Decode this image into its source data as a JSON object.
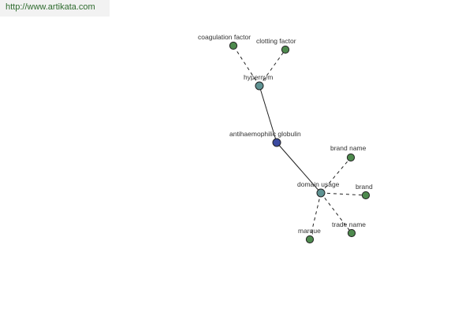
{
  "header": {
    "source_url": "http://www.artikata.com"
  },
  "colors": {
    "center": "#3b4aa0",
    "relation": "#5f9393",
    "term": "#4e8a4e"
  },
  "graph": {
    "nodes": [
      {
        "id": "center",
        "label": "antihaemophilic globulin",
        "kind": "center"
      },
      {
        "id": "hypernym",
        "label": "hypernym",
        "kind": "relation"
      },
      {
        "id": "domain_usage",
        "label": "domain usage",
        "kind": "relation"
      },
      {
        "id": "coagulation_factor",
        "label": "coagulation factor",
        "kind": "term"
      },
      {
        "id": "clotting_factor",
        "label": "clotting factor",
        "kind": "term"
      },
      {
        "id": "brand_name",
        "label": "brand name",
        "kind": "term"
      },
      {
        "id": "brand",
        "label": "brand",
        "kind": "term"
      },
      {
        "id": "trade_name",
        "label": "trade name",
        "kind": "term"
      },
      {
        "id": "marque",
        "label": "marque",
        "kind": "term"
      }
    ],
    "edges": [
      {
        "from": "center",
        "to": "hypernym",
        "style": "solid"
      },
      {
        "from": "center",
        "to": "domain_usage",
        "style": "solid"
      },
      {
        "from": "hypernym",
        "to": "coagulation_factor",
        "style": "dashed"
      },
      {
        "from": "hypernym",
        "to": "clotting_factor",
        "style": "dashed"
      },
      {
        "from": "domain_usage",
        "to": "brand_name",
        "style": "dashed"
      },
      {
        "from": "domain_usage",
        "to": "brand",
        "style": "dashed"
      },
      {
        "from": "domain_usage",
        "to": "trade_name",
        "style": "dashed"
      },
      {
        "from": "domain_usage",
        "to": "marque",
        "style": "dashed"
      }
    ]
  }
}
